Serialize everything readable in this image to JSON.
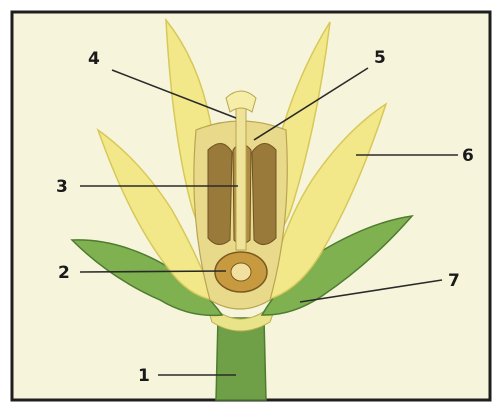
{
  "diagram": {
    "labels": [
      {
        "id": "label-1",
        "text": "1"
      },
      {
        "id": "label-2",
        "text": "2"
      },
      {
        "id": "label-3",
        "text": "3"
      },
      {
        "id": "label-4",
        "text": "4"
      },
      {
        "id": "label-5",
        "text": "5"
      },
      {
        "id": "label-6",
        "text": "6"
      },
      {
        "id": "label-7",
        "text": "7"
      }
    ],
    "colors": {
      "background": "#f6f5dc",
      "frame": "#1e1e1e",
      "petal": "#f2e88a",
      "petal_edge": "#d8c85a",
      "sepal": "#7fb150",
      "stem": "#6fa048",
      "anther": "#9a7a3a",
      "ovary": "#c89a40"
    }
  }
}
